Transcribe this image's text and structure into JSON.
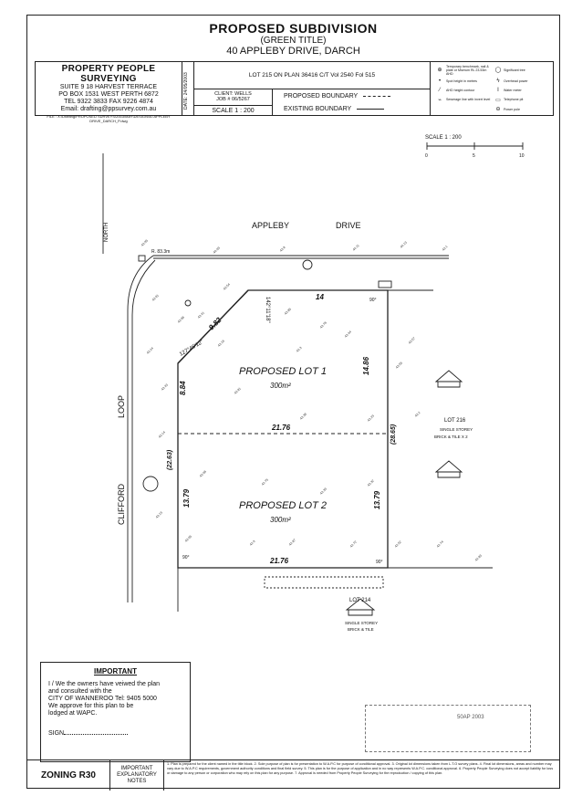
{
  "title": {
    "main": "PROPOSED SUBDIVISION",
    "sub": "(GREEN TITLE)",
    "address": "40 APPLEBY DRIVE, DARCH"
  },
  "firm": {
    "name": "PROPERTY PEOPLE SURVEYING",
    "line1": "SUITE 9 18 HARVEST TERRACE",
    "line2": "PO BOX 1531 WEST PERTH 6872",
    "line3": "TEL 9322 3833   FAX 9226 4874",
    "line4": "Email: drafting@ppsurvey.com.au",
    "file": "FILE : X:\\Drafting\\PROPOSED SURVEYS\\2003\\MAY\\DESIGN\\40 APPLEBY DRIVE_DARCH_P.dwg"
  },
  "date": "DATE: 24/05/2003",
  "lot_info": "LOT 215 ON PLAN 36416 C/T Vol 2540 Fol 515",
  "client": {
    "label": "CLIENT: WELLS",
    "job": "JOB # 06/5267"
  },
  "scale_label": "SCALE 1 : 200",
  "boundary": {
    "proposed": "PROPOSED BOUNDARY",
    "existing": "EXISTING BOUNDARY"
  },
  "legend": [
    {
      "icon": "temporary-benchmark-icon",
      "sym": "⊕",
      "text": "Temporary benchmark, nail & plate or Mserum RL 23.53m AHD"
    },
    {
      "icon": "significant-tree-icon",
      "sym": "◯",
      "text": "Significant tree"
    },
    {
      "icon": "spot-height-icon",
      "sym": "•",
      "text": "Spot height in metres"
    },
    {
      "icon": "overhead-power-icon",
      "sym": "ϟ",
      "text": "Overhead power"
    },
    {
      "icon": "ahd-height-icon",
      "sym": "⁄",
      "text": "AHD height contour"
    },
    {
      "icon": "water-meter-icon",
      "sym": "I",
      "text": "Water meter"
    },
    {
      "icon": "sewerage-line-icon",
      "sym": "⌁",
      "text": "Sewerage line with invert level"
    },
    {
      "icon": "telephone-pit-icon",
      "sym": "▭",
      "text": "Telephone pit"
    },
    {
      "icon": "blank-icon",
      "sym": "",
      "text": ""
    },
    {
      "icon": "power-pole-icon",
      "sym": "⊖",
      "text": "Power pole"
    }
  ],
  "scale_bar": {
    "label": "SCALE 1 : 200",
    "ticks": [
      "0",
      "5",
      "10"
    ]
  },
  "north": "NORTH",
  "streets": {
    "appleby": "APPLEBY",
    "drive": "DRIVE",
    "clifford": "CLIFFORD",
    "loop": "LOOP"
  },
  "lots": {
    "lot1": {
      "name": "PROPOSED LOT 1",
      "area": "300m²"
    },
    "lot2": {
      "name": "PROPOSED LOT 2",
      "area": "300m²"
    },
    "lot216": {
      "name": "LOT 216",
      "desc1": "SINGLE STOREY",
      "desc2": "BRICK & TILE X 2"
    },
    "lot214": {
      "name": "LOT 214",
      "desc1": "SINGLE STOREY",
      "desc2": "BRICK & TILE"
    }
  },
  "dims": {
    "top": "14",
    "chord": "9.82",
    "left_upper": "8.84",
    "left_total": "(22.63)",
    "left_lower": "13.79",
    "mid": "21.76",
    "right_upper": "14.86",
    "right_total": "(28.65)",
    "right_lower": "13.79",
    "bottom": "21.76",
    "angle1": "142°11'18\"",
    "angle2": "127°46'12\"",
    "r": "R. 83.3m",
    "ang90a": "90°",
    "ang90b": "90°",
    "ang90c": "90°"
  },
  "levels": [
    "43.95",
    "44.09",
    "43.8",
    "44.11",
    "44.13",
    "43.1",
    "43.61",
    "43.41",
    "43.54",
    "43.85",
    "43.76",
    "43.57",
    "43.24",
    "43.66",
    "43.16",
    "43.3",
    "43.44",
    "43.55",
    "43.43",
    "43.81",
    "43.38",
    "43.29",
    "43.2",
    "43.14",
    "43.06",
    "42.75",
    "43.39",
    "43.32",
    "43.19",
    "43.05",
    "42.9",
    "42.87",
    "42.72",
    "42.52",
    "42.74",
    "42.83"
  ],
  "important": {
    "heading": "IMPORTANT",
    "text1": "I / We the owners have veiwed the plan",
    "text2": "and consulted with the",
    "text3": "CITY OF WANNEROO Tel: 9405 5000",
    "text4": "We approve for this plan to be",
    "text5": "lodged at WAPC.",
    "sign": "SIGN"
  },
  "stamp": "50AP 2003",
  "zoning": "ZONING R30",
  "explanatory": "IMPORTANT EXPLANATORY NOTES",
  "notes": "1. Plan is prepared for the client named in the title block. 2. Sole purpose of plan is for presentation to W.A.P.C for purpose of conditional approval. 3. Original lot dimensions taken from L.T.O survey plans. 4. Final lot dimensions, areas and number may vary due to W.A.P.C requirements, government authority conditions and final field survey. 5. This plan is for the purpose of application and in no way represents W.A.P.C. conditional approval. 6. Property People Surveying does not accept liability for loss or damage to any person or corporation who may rely on this plan for any purpose. 7. Approval is needed from Property People Surveying for the reproduction / copying of this plan."
}
